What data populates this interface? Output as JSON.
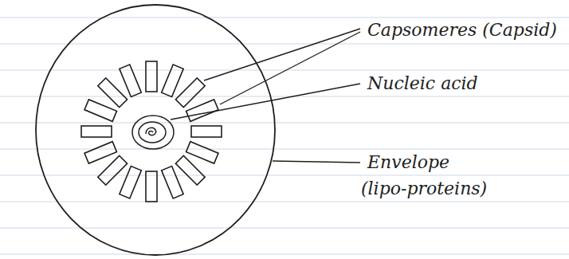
{
  "diagram": {
    "labels": [
      "Capsomeres (Capsid)",
      "Nucleic acid",
      "Envelope",
      "(lipo-proteins)"
    ]
  }
}
